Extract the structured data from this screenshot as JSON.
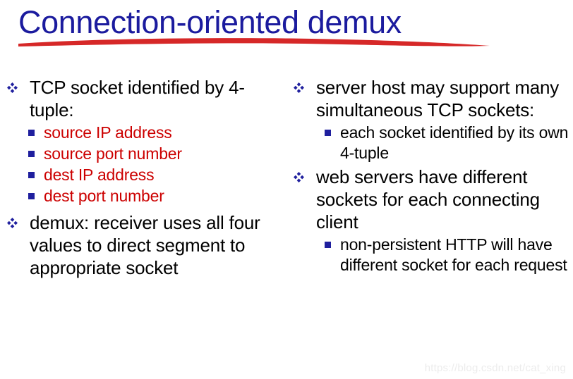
{
  "slide": {
    "title": "Connection-oriented demux",
    "title_color": "#1b1b9e",
    "underline_color": "#d62828",
    "background": "#ffffff",
    "bullet_marker_color": "#1f1f9e",
    "highlight_text_color": "#cc0000",
    "body_text_color": "#000000"
  },
  "left_column": {
    "blocks": [
      {
        "text": "TCP socket identified by 4-tuple:",
        "sub_items": [
          "source IP address",
          "source port number",
          "dest IP address",
          "dest port number"
        ]
      },
      {
        "text": "demux: receiver uses all four values to direct segment to appropriate socket",
        "sub_items": []
      }
    ]
  },
  "right_column": {
    "blocks": [
      {
        "text": "server host may support many simultaneous TCP sockets:",
        "sub_items": [
          "each socket identified by its own 4-tuple"
        ]
      },
      {
        "text": "web servers have different sockets for each connecting client",
        "sub_items": [
          "non-persistent HTTP will have different socket for each request"
        ]
      }
    ]
  },
  "watermark": {
    "text": "https://blog.csdn.net/cat_xing"
  }
}
